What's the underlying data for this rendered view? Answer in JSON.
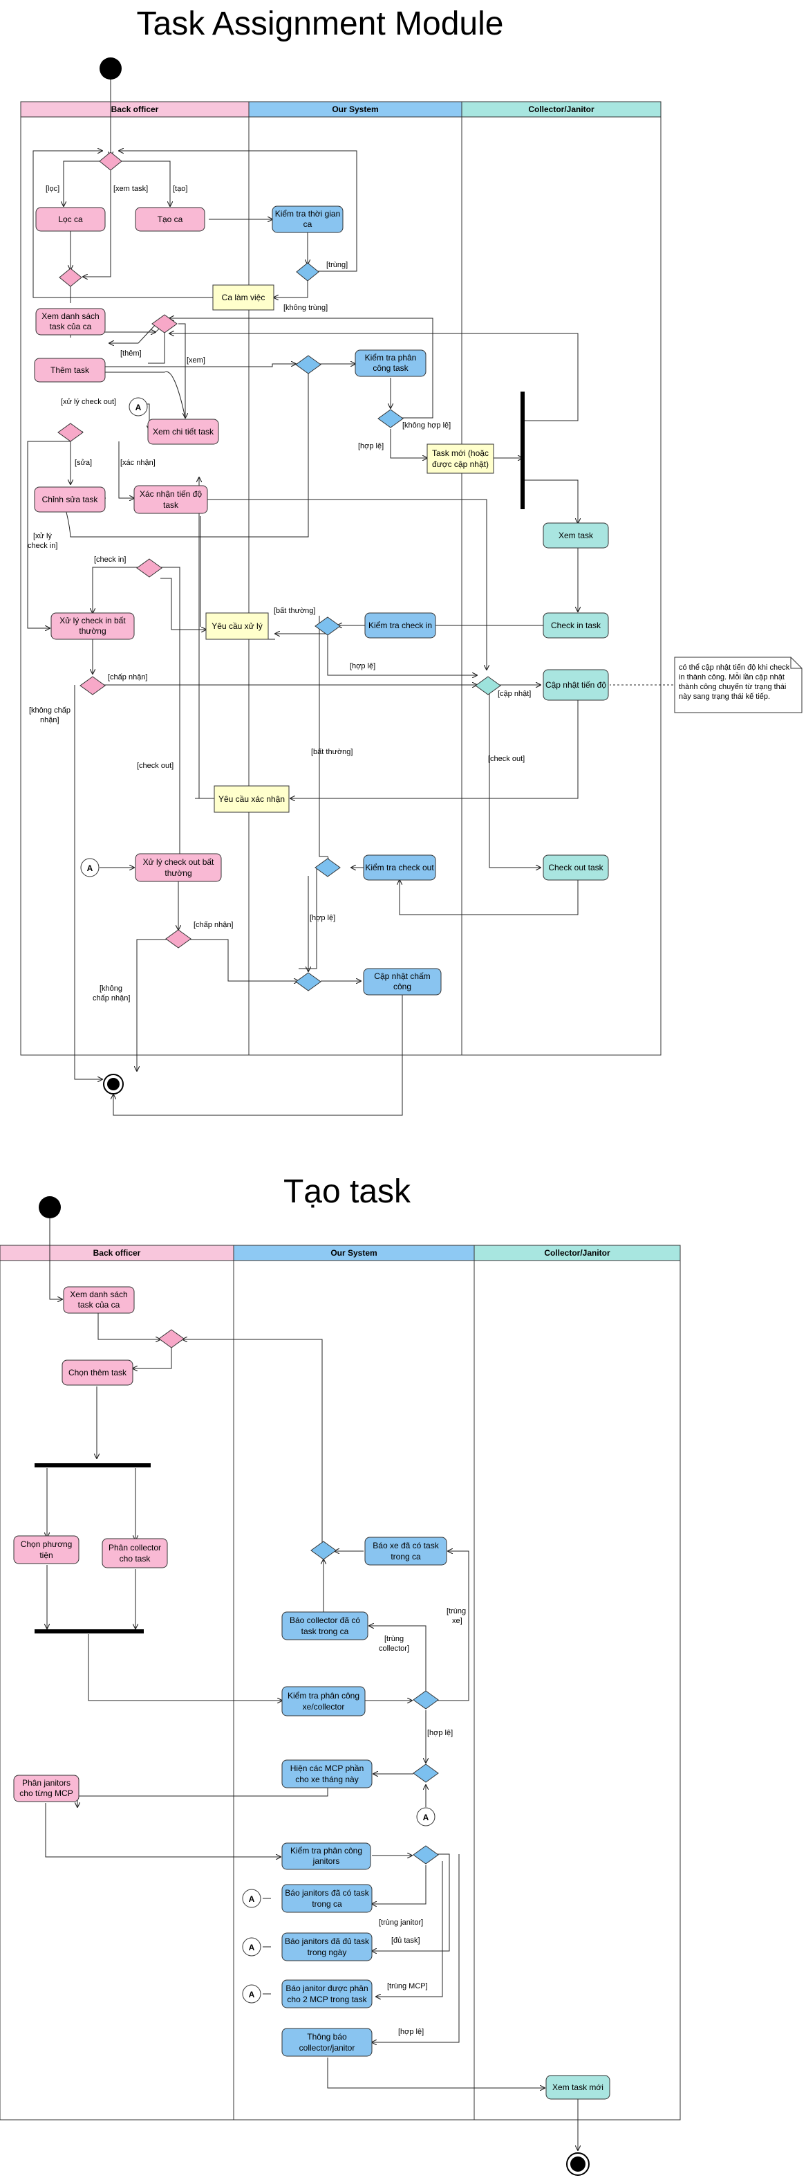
{
  "diagrams": [
    {
      "title": "Task Assignment Module",
      "lanes": [
        "Back officer",
        "Our System",
        "Collector/Janitor"
      ],
      "nodes": {
        "loc_ca": "Lọc ca",
        "tao_ca": "Tạo ca",
        "kiem_tra_thoi_gian_ca": "Kiểm tra thời gian ca",
        "ca_lam_viec": "Ca làm việc",
        "xem_danh_sach_task": "Xem danh sách task của ca",
        "them_task": "Thêm task",
        "kiem_tra_phan_cong_task": "Kiểm tra phân công task",
        "xem_chi_tiet_task": "Xem chi tiết task",
        "task_moi": "Task mới (hoặc được cập nhật)",
        "chinh_sua_task": "Chỉnh sửa task",
        "xac_nhan_tien_do": "Xác nhận tiến độ task",
        "xem_task": "Xem task",
        "xu_ly_check_in": "Xử lý check in bất thường",
        "yeu_cau_xu_ly": "Yêu cầu xử lý",
        "kiem_tra_check_in": "Kiểm tra check in",
        "check_in_task": "Check in task",
        "cap_nhat_tien_do": "Cập nhật tiến độ",
        "note": "có thể cập nhật tiến độ khi check in thành công. Mỗi lần cập nhật thành công chuyển từ trạng thái này sang trạng thái kế tiếp.",
        "yeu_cau_xac_nhan": "Yêu cầu xác nhận",
        "xu_ly_check_out": "Xử lý check out bất thường",
        "kiem_tra_check_out": "Kiểm tra check out",
        "check_out_task": "Check out task",
        "cap_nhat_cham_cong": "Cập nhật chấm công",
        "connector": "A"
      },
      "guards": {
        "loc": "[lọc]",
        "xem_task": "[xem task]",
        "tao": "[tạo]",
        "trung": "[trùng]",
        "khong_trung": "[không trùng]",
        "them": "[thêm]",
        "xem": "[xem]",
        "xu_ly_check_out": "[xử lý check out]",
        "khong_hop_le": "[không hợp lệ]",
        "hop_le": "[hợp lệ]",
        "sua": "[sửa]",
        "xac_nhan": "[xác nhận]",
        "xu_ly_check_in_1": "[xử lý",
        "xu_ly_check_in_2": "check in]",
        "check_in": "[check in]",
        "bat_thuong": "[bất thường]",
        "chap_nhan": "[chấp nhận]",
        "cap_nhat": "[cập nhật]",
        "khong_chap_nhan_1": "[không chấp",
        "khong_chap_nhan_2": "nhận]",
        "check_out": "[check out]",
        "khong_1": "[không",
        "khong_2": "chấp nhận]"
      }
    },
    {
      "title": "Tạo task",
      "lanes": [
        "Back officer",
        "Our System",
        "Collector/Janitor"
      ],
      "nodes": {
        "xem_danh_sach_task": "Xem danh sách task của ca",
        "chon_them_task": "Chọn thêm task",
        "chon_phuong_tien": "Chọn phương tiện",
        "phan_collector": "Phân collector cho task",
        "bao_xe": "Báo xe đã có task trong ca",
        "bao_collector": "Báo collector đã có task trong ca",
        "kiem_tra_xe_collector": "Kiểm tra phân công xe/collector",
        "hien_mcp": "Hiện các MCP phần cho xe tháng này",
        "phan_janitors": "Phân janitors cho từng MCP",
        "kiem_tra_janitors": "Kiểm tra phân công janitors",
        "bao_janitors_ca": "Báo janitors đã có task trong ca",
        "bao_janitors_ngay": "Báo janitors đã đủ task trong ngày",
        "bao_janitor_2mcp": "Báo janitor được phân cho 2 MCP trong task",
        "thong_bao": "Thông báo collector/janitor",
        "xem_task_moi": "Xem task mới",
        "connector": "A"
      },
      "guards": {
        "trung_collector_1": "[trùng",
        "trung_collector_2": "collector]",
        "trung_xe_1": "[trùng",
        "trung_xe_2": "xe]",
        "hop_le": "[hợp lệ]",
        "trung_janitor": "[trùng janitor]",
        "du_task": "[đủ task]",
        "trung_mcp": "[trùng MCP]",
        "hop_le_2": "[hợp lệ]"
      }
    }
  ],
  "colors": {
    "back_officer_header": "#f8c6dc",
    "system_header": "#8ec9f3",
    "collector_header": "#a8e6e0",
    "back_officer_node": "#f9b9d4",
    "system_node": "#89c4f0",
    "collector_node": "#a9e5e0",
    "yellow_node": "#ffffcc",
    "pink_diamond": "#f7a8c8",
    "blue_diamond": "#7cc0ef",
    "teal_diamond": "#9de3dc"
  }
}
